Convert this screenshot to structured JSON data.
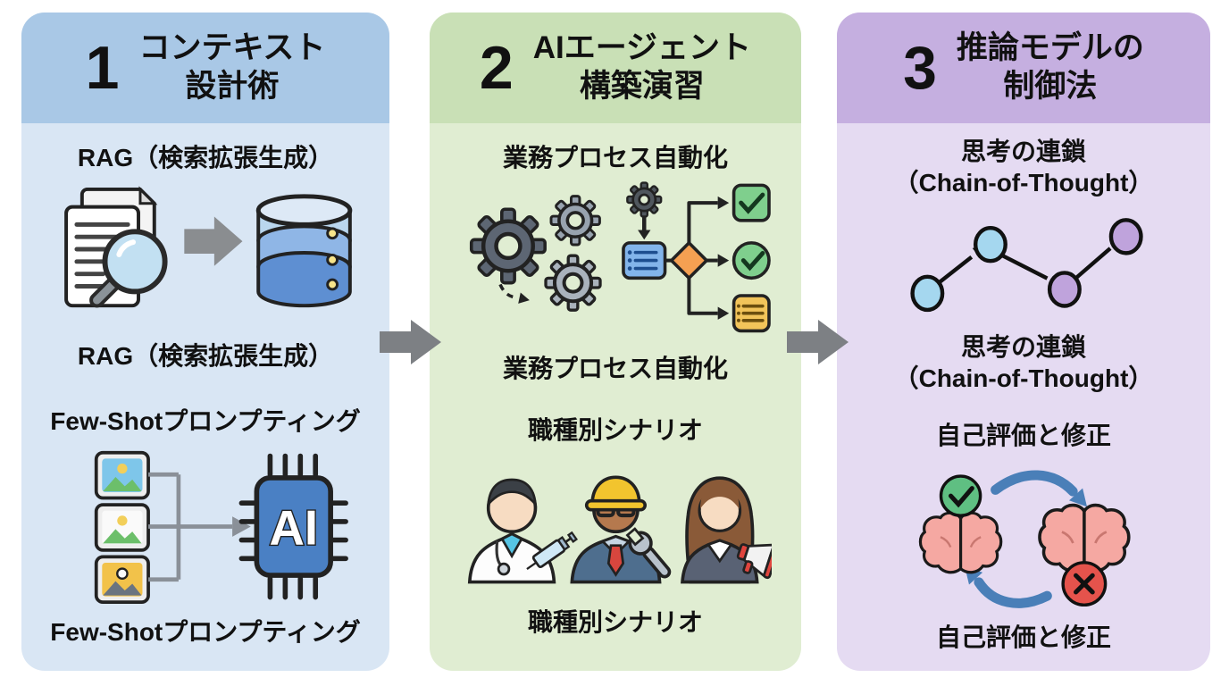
{
  "diagram": {
    "background": "#ffffff",
    "connector_arrow_color": "#7d8084",
    "steps": [
      {
        "number": "1",
        "title_line1": "コンテキスト",
        "title_line2": "設計術",
        "header_color": "#a9c8e6",
        "body_color": "#d9e6f4",
        "rag_label_top": "RAG（検索拡張生成）",
        "rag_label_bottom": "RAG（検索拡張生成）",
        "fewshot_label_top": "Few-Shotプロンプティング",
        "fewshot_label_bottom": "Few-Shotプロンプティング",
        "icons": [
          "documents-magnifier-icon",
          "right-arrow-icon",
          "database-icon",
          "image-samples-icon",
          "bracket-arrow-icon",
          "ai-chip-icon"
        ]
      },
      {
        "number": "2",
        "title_line1": "AIエージェント",
        "title_line2": "構築演習",
        "header_color": "#c9e0b6",
        "body_color": "#e0edd2",
        "process_label_top": "業務プロセス自動化",
        "process_label_bottom": "業務プロセス自動化",
        "scenario_label_top": "職種別シナリオ",
        "scenario_label_bottom": "職種別シナリオ",
        "icons": [
          "gears-icon",
          "workflow-branch-icon",
          "checkbox-icon",
          "check-circle-icon",
          "list-box-icon",
          "doctor-icon",
          "engineer-icon",
          "businesswoman-icon"
        ]
      },
      {
        "number": "3",
        "title_line1": "推論モデルの",
        "title_line2": "制御法",
        "header_color": "#c5afe0",
        "body_color": "#e5dbf2",
        "cot_label_top_line1": "思考の連鎖",
        "cot_label_top_line2": "（Chain-of-Thought）",
        "cot_label_bottom_line1": "思考の連鎖",
        "cot_label_bottom_line2": "（Chain-of-Thought）",
        "selfeval_label_top": "自己評価と修正",
        "selfeval_label_bottom": "自己評価と修正",
        "icons": [
          "thought-chain-icon",
          "self-correction-cycle-icon",
          "brain-icon",
          "check-circle-icon",
          "x-circle-icon"
        ]
      }
    ],
    "palette": {
      "ai_chip_blue": "#4a80c4",
      "database_blue_light": "#b9d6ee",
      "database_blue_mid": "#8fb6e6",
      "database_blue_dark": "#5e8fd2",
      "diamond_orange": "#f5a052",
      "check_green": "#7fcf8d",
      "list_yellow": "#f2c45a",
      "brain_pink": "#f5a8a2",
      "eval_green": "#5fbf82",
      "eval_red": "#e5534c",
      "cycle_arrow_blue": "#4a7fb8",
      "chain_blue": "#a5d7ef",
      "chain_purple": "#bfa3dc"
    }
  }
}
